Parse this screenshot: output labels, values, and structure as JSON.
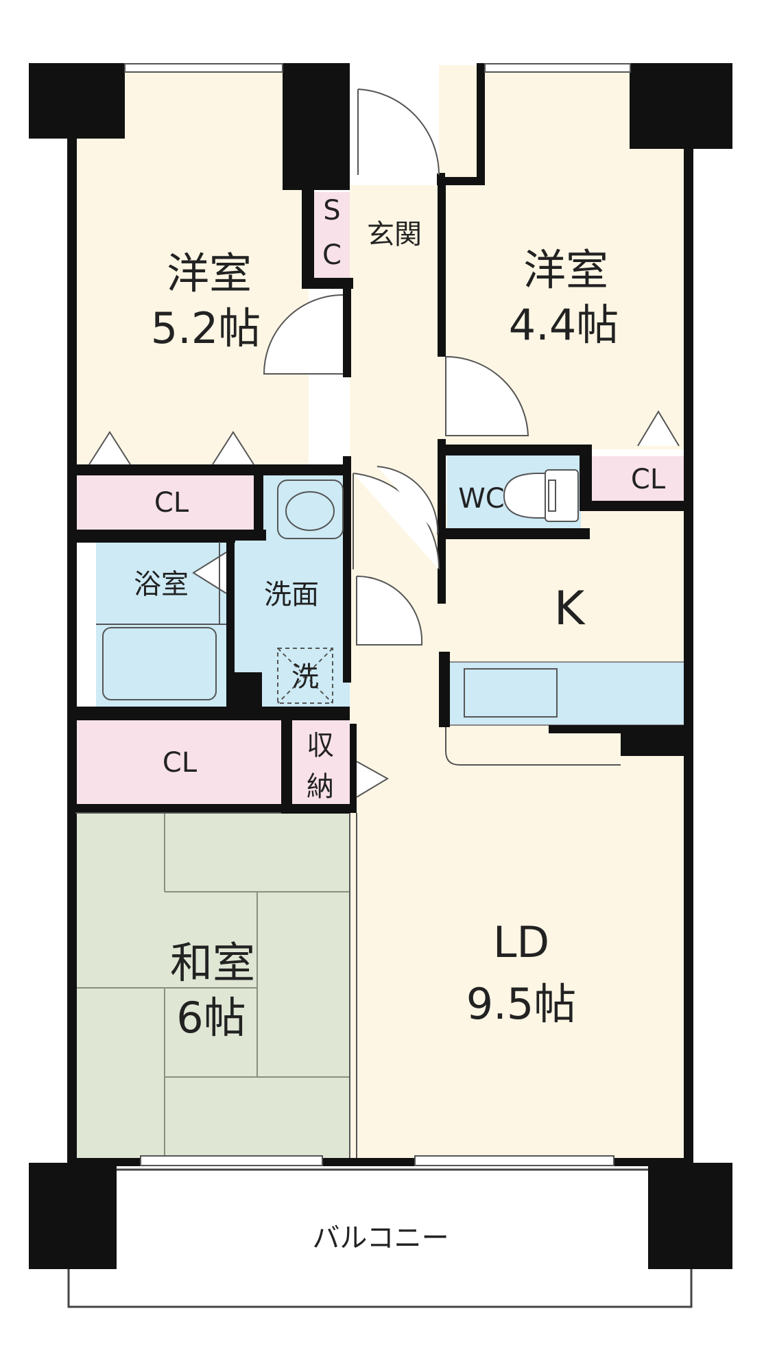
{
  "rooms": {
    "western_left": {
      "name": "洋室",
      "size": "5.2帖"
    },
    "western_right": {
      "name": "洋室",
      "size": "4.4帖"
    },
    "entrance": {
      "name": "玄関"
    },
    "shoe_cabinet": {
      "line1": "S",
      "line2": "C"
    },
    "toilet": {
      "name": "WC"
    },
    "closet_top_left": {
      "name": "CL"
    },
    "closet_top_right": {
      "name": "CL"
    },
    "closet_middle": {
      "name": "CL"
    },
    "bathroom": {
      "name": "浴室"
    },
    "washroom": {
      "name": "洗面"
    },
    "washer": {
      "name": "洗"
    },
    "kitchen": {
      "name": "K"
    },
    "storage": {
      "line1": "収",
      "line2": "納"
    },
    "japanese": {
      "name": "和室",
      "size": "6帖"
    },
    "living": {
      "name": "LD",
      "size": "9.5帖"
    },
    "balcony": {
      "name": "バルコニー"
    }
  },
  "colors": {
    "wall": "#111111",
    "floor": "#fdf6e4",
    "wet_area": "#cdeaf5",
    "closet": "#f8e1e8",
    "tatami": "#dfe6d4",
    "line": "#555555"
  }
}
